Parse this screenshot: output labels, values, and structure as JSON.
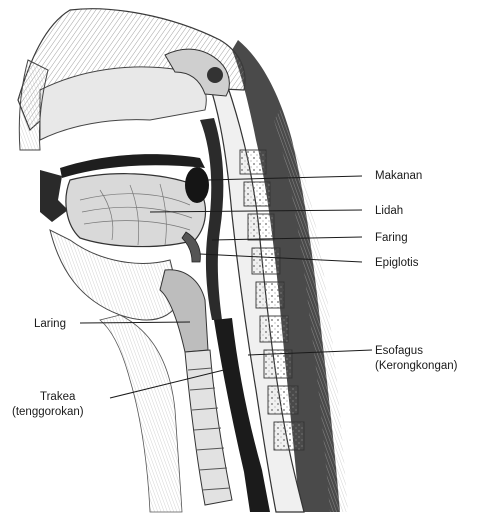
{
  "diagram": {
    "labels": {
      "makanan": "Makanan",
      "lidah": "Lidah",
      "faring": "Faring",
      "epiglotis": "Epiglotis",
      "laring": "Laring",
      "esofagus_line1": "Esofagus",
      "esofagus_line2": "(Kerongkongan)",
      "trakea_line1": "Trakea",
      "trakea_line2": "(tenggorokan)"
    }
  }
}
